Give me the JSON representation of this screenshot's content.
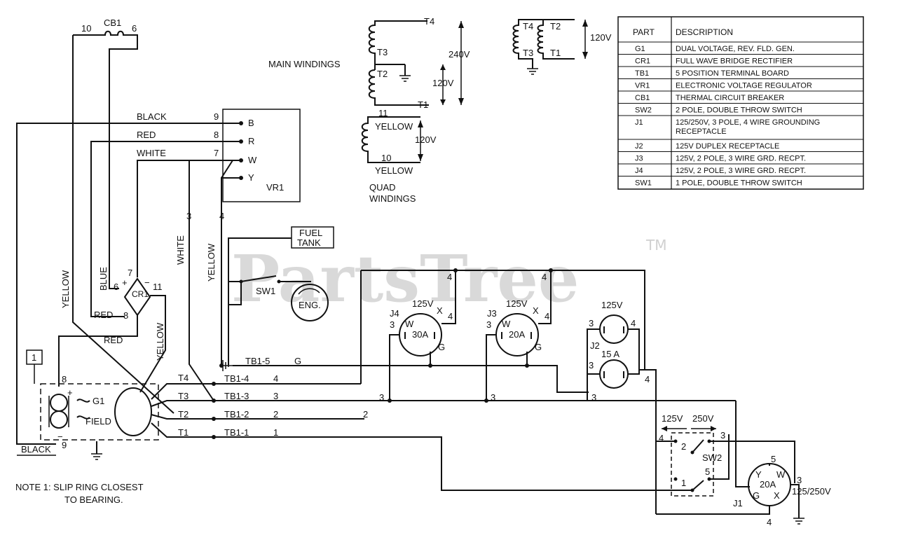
{
  "watermark": {
    "text": "PartsTree",
    "tm": "TM"
  },
  "note": {
    "line1": "NOTE 1:  SLIP RING CLOSEST",
    "line2": "TO BEARING."
  },
  "windings": {
    "main_label": "MAIN WINDINGS",
    "quad_label_1": "QUAD",
    "quad_label_2": "WINDINGS",
    "t4": "T4",
    "t3": "T3",
    "t2": "T2",
    "t1": "T1",
    "v240": "240V",
    "v120a": "120V",
    "v120b": "120V",
    "v120c": "120V",
    "n11": "11",
    "n10": "10",
    "yellow1": "YELLOW",
    "yellow2": "YELLOW",
    "alt_t4": "T4",
    "alt_t2": "T2",
    "alt_t3": "T3",
    "alt_t1": "T1"
  },
  "vr1": {
    "name": "VR1",
    "terminals": [
      "B",
      "R",
      "W",
      "Y"
    ],
    "wires": [
      {
        "color": "BLACK",
        "num": "9"
      },
      {
        "color": "RED",
        "num": "8"
      },
      {
        "color": "WHITE",
        "num": "7"
      }
    ]
  },
  "cb1": {
    "name": "CB1",
    "left": "10",
    "right": "6"
  },
  "cr1": {
    "name": "CR1",
    "n7": "7",
    "n6": "6",
    "n11": "11",
    "n8": "8",
    "plus": "+",
    "minus": "−"
  },
  "wire_labels": {
    "yellow_left": "YELLOW",
    "blue": "BLUE",
    "red_cr1": "RED",
    "red_g1": "RED",
    "yellow_cr1": "YELLOW",
    "white_v": "WHITE",
    "yellow_v": "YELLOW",
    "n3": "3",
    "n4": "4",
    "black_g1": "BLACK",
    "n9": "9",
    "n8": "8"
  },
  "g1": {
    "name": "G1",
    "field": "FIELD",
    "note_ref": "1",
    "t4": "T4",
    "t3": "T3",
    "t2": "T2",
    "t1": "T1",
    "plus": "+",
    "minus": "−"
  },
  "tb1": {
    "rows": [
      {
        "label": "TB1-5",
        "num": "G"
      },
      {
        "label": "TB1-4",
        "num": "4"
      },
      {
        "label": "TB1-3",
        "num": "3"
      },
      {
        "label": "TB1-2",
        "num": "2"
      },
      {
        "label": "TB1-1",
        "num": "1"
      }
    ],
    "n2_far": "2"
  },
  "fuel": {
    "line1": "FUEL",
    "line2": "TANK"
  },
  "sw1": "SW1",
  "eng": "ENG.",
  "j4": {
    "name": "J4",
    "volt": "125V",
    "amp": "30A",
    "w": "W",
    "x": "X",
    "g": "G",
    "n3": "3",
    "n4": "4",
    "n4top": "4"
  },
  "j3": {
    "name": "J3",
    "volt": "125V",
    "amp": "20A",
    "w": "W",
    "x": "X",
    "g": "G",
    "n3": "3",
    "n4": "4",
    "n4top": "4"
  },
  "j2": {
    "name": "J2",
    "volt": "125V",
    "amp": "15 A",
    "n3": "3",
    "n4": "4",
    "n4b": "4",
    "n3b": "3"
  },
  "sw2": {
    "name": "SW2",
    "v125": "125V",
    "v250": "250V",
    "n4": "4",
    "n3": "3",
    "n2": "2",
    "n5": "5",
    "n1": "1"
  },
  "j1": {
    "name": "J1",
    "volt": "125/250V",
    "amp": "20A",
    "y": "Y",
    "w": "W",
    "g": "G",
    "x": "X",
    "n5": "5",
    "n3": "3",
    "n4": "4"
  },
  "parts_table": {
    "headers": [
      "PART",
      "DESCRIPTION"
    ],
    "rows": [
      [
        "G1",
        "DUAL VOLTAGE, REV. FLD. GEN."
      ],
      [
        "CR1",
        "FULL WAVE BRIDGE RECTIFIER"
      ],
      [
        "TB1",
        "5 POSITION TERMINAL BOARD"
      ],
      [
        "VR1",
        "ELECTRONIC VOLTAGE REGULATOR"
      ],
      [
        "CB1",
        "THERMAL CIRCUIT BREAKER"
      ],
      [
        "SW2",
        "2 POLE, DOUBLE THROW SWITCH"
      ],
      [
        "J1",
        "125/250V, 3 POLE, 4 WIRE GROUNDING RECEPTACLE"
      ],
      [
        "J2",
        "125V DUPLEX RECEPTACLE"
      ],
      [
        "J3",
        "125V, 2 POLE, 3 WIRE GRD. RECPT."
      ],
      [
        "J4",
        "125V, 2 POLE, 3 WIRE GRD. RECPT."
      ],
      [
        "SW1",
        "1 POLE, DOUBLE THROW SWITCH"
      ]
    ]
  }
}
